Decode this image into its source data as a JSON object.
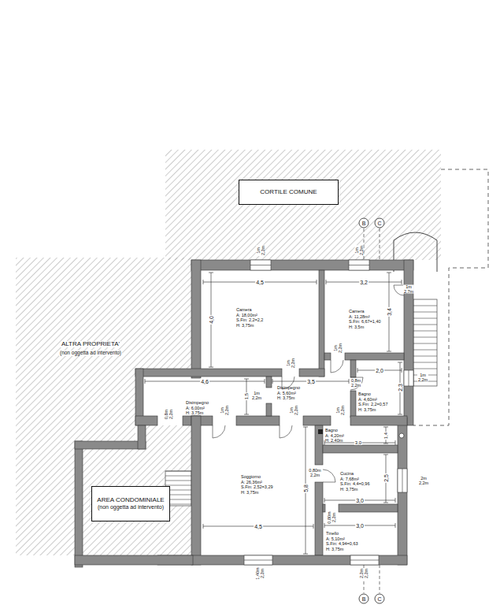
{
  "diagram": {
    "nodes": [
      {
        "text": [
          "CORTILE COMUNE"
        ]
      },
      {
        "text": [
          "Camera",
          "A: 18,00m²",
          "S.Fin: 2,2=2,2",
          "H: 3,75m"
        ]
      },
      {
        "text": [
          "Camera",
          "A: 11,28m²",
          "S.Fin: 6,67=1,40",
          "H: 3,5m"
        ]
      },
      {
        "text": [
          "Disimpegno",
          "A: 6,00m²",
          "H: 3,75m"
        ]
      },
      {
        "text": [
          "Disimpegno",
          "A: 5,60m²",
          "H: 3,75m"
        ]
      },
      {
        "text": [
          "Bagno",
          "A: 4,60m²",
          "S.Fin: 2,2=0,57",
          "H: 3,75m"
        ]
      },
      {
        "text": [
          "Bagno",
          "A: 4,20m²",
          "H: 2,40m"
        ]
      },
      {
        "text": [
          "AREA CONDOMINIALE",
          "(non oggetta ad intervento)"
        ]
      },
      {
        "text": [
          "Soggiorno",
          "A: 26,36m²",
          "S.Fin: 2,52=3,29",
          "H: 3,75m"
        ]
      },
      {
        "text": [
          "Cucina",
          "A: 7,68m²",
          "S.Fin: 4,4=0,96",
          "H: 3,75m"
        ]
      },
      {
        "text": [
          "Tinello",
          "A: 5,10m²",
          "S.Fin: 4,94=0,63",
          "H: 3,75m"
        ]
      }
    ],
    "labels": [
      "ALTRA PROPRIETA'",
      "(non oggetta ad intervento)",
      "B",
      "C",
      "B",
      "C",
      "4,5",
      "4,0",
      "3,2",
      "3,4",
      "2,0",
      "2,3",
      "4,6",
      "3,5",
      "1,5",
      "1,4",
      "3,0",
      "5,8",
      "4,5",
      "2,5",
      "3,0",
      "3,0",
      "1m 2,2m",
      "1m 2,2m",
      "1m 2,7m",
      "1m 2,2m",
      "1m 2,2m",
      "0,8m 2,2m",
      "1m 2,2m",
      "1m 2,2m",
      "0,8m 2,2m",
      "1m 2,2m",
      "1m 2,2m",
      "1m 2,2m",
      "0,80m 2,2m",
      "2m 2,2m",
      "0,80m 2,2m",
      "1,40m 2,2m",
      "2,2m 2,2m"
    ]
  }
}
